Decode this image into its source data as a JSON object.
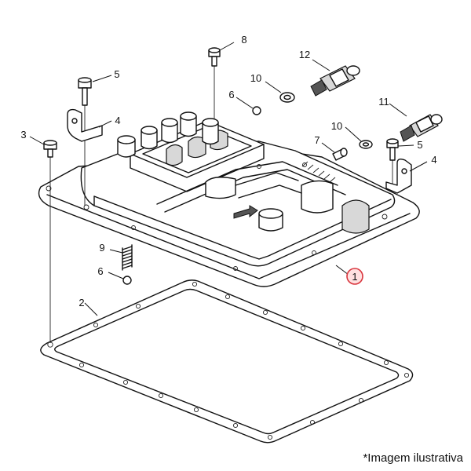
{
  "callouts": {
    "c1": "1",
    "c2": "2",
    "c3": "3",
    "c4a": "4",
    "c4b": "4",
    "c5a": "5",
    "c5b": "5",
    "c6a": "6",
    "c6b": "6",
    "c7": "7",
    "c8": "8",
    "c9": "9",
    "c10a": "10",
    "c10b": "10",
    "c11": "11",
    "c12": "12"
  },
  "caption": "*Imagem ilustrativa",
  "colors": {
    "highlight_ring": "#d9363e",
    "highlight_fill": "#ffe0e0",
    "line": "#111111"
  }
}
